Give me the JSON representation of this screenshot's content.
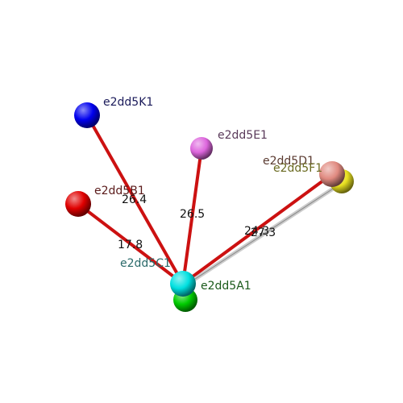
{
  "nodes": [
    {
      "id": "K1",
      "label": "e2dd5K1",
      "color": "#0000ee",
      "label_color": "#1a1a5a"
    },
    {
      "id": "E1",
      "label": "e2dd5E1",
      "color": "#dd66dd",
      "label_color": "#5a3a5a"
    },
    {
      "id": "D1",
      "label": "e2dd5D1",
      "color": "#e08a80",
      "label_color": "#5a3a30"
    },
    {
      "id": "F1",
      "label": "e2dd5F1",
      "color": "#e8e020",
      "label_color": "#6a6a20"
    },
    {
      "id": "B1",
      "label": "e2dd5B1",
      "color": "#e00000",
      "label_color": "#5a1a1a"
    },
    {
      "id": "C1",
      "label": "e2dd5C1",
      "color": "#00cc00",
      "label_color": "#2a6a6a"
    },
    {
      "id": "A1",
      "label": "e2dd5A1",
      "color": "#00e0e0",
      "label_color": "#1a5a1a"
    }
  ],
  "edges": [
    {
      "from": "A1",
      "to": "K1",
      "distance": "26.4"
    },
    {
      "from": "A1",
      "to": "E1",
      "distance": "26.5"
    },
    {
      "from": "A1",
      "to": "B1",
      "distance": "17.8"
    },
    {
      "from": "A1",
      "to": "D1",
      "distance": "24.3"
    },
    {
      "from": "A1",
      "to": "F1",
      "distance": "27.3"
    }
  ],
  "colors": {
    "bond": "#cc1111",
    "bond_secondary": "#cccccc"
  }
}
